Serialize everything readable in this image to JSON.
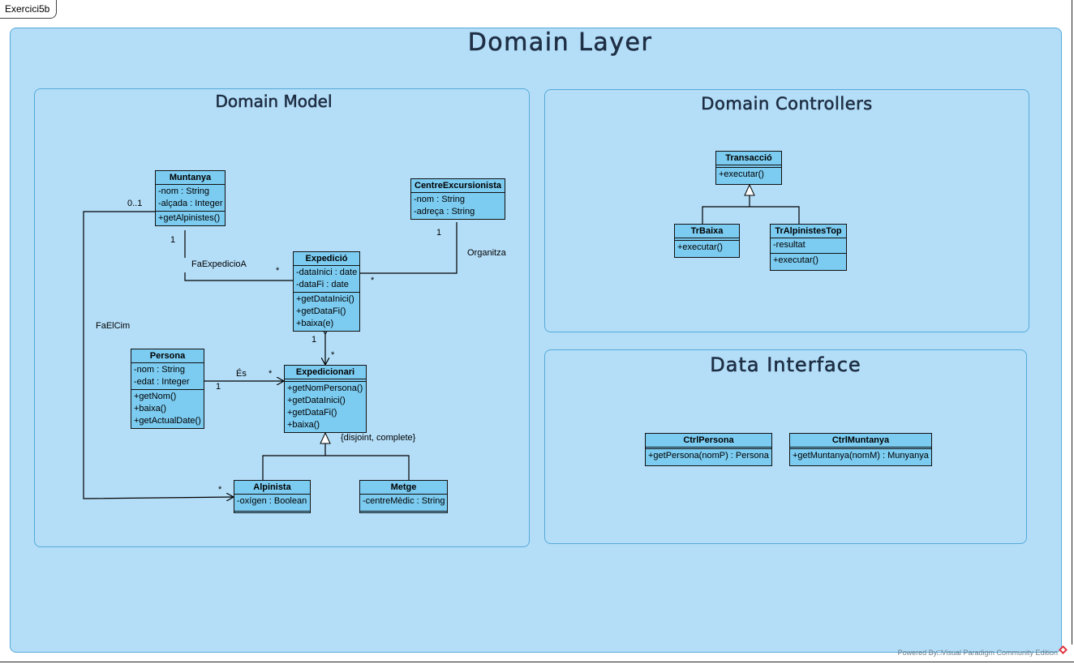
{
  "frame": {
    "tab_label": "Exercici5b"
  },
  "packages": {
    "domain_layer": {
      "title": "Domain Layer"
    },
    "domain_model": {
      "title": "Domain Model"
    },
    "domain_controllers": {
      "title": "Domain Controllers"
    },
    "data_interface": {
      "title": "Data Interface"
    }
  },
  "classes": {
    "muntanya": {
      "name": "Muntanya",
      "attributes": [
        "-nom : String",
        "-alçada : Integer"
      ],
      "operations": [
        "+getAlpinistes()"
      ]
    },
    "centre": {
      "name": "CentreExcursionista",
      "attributes": [
        "-nom : String",
        "-adreça : String"
      ]
    },
    "expedicio": {
      "name": "Expedició",
      "attributes": [
        "-dataInici : date",
        "-dataFi : date"
      ],
      "operations": [
        "+getDataInici()",
        "+getDataFi()",
        "+baixa(e)"
      ]
    },
    "persona": {
      "name": "Persona",
      "attributes": [
        "-nom : String",
        "-edat : Integer"
      ],
      "operations": [
        "+getNom()",
        "+baixa()",
        "+getActualDate()"
      ]
    },
    "expedicionari": {
      "name": "Expedicionari",
      "operations": [
        "+getNomPersona()",
        "+getDataInici()",
        "+getDataFi()",
        "+baixa()"
      ]
    },
    "alpinista": {
      "name": "Alpinista",
      "attributes": [
        "-oxígen : Boolean"
      ]
    },
    "metge": {
      "name": "Metge",
      "attributes": [
        "-centreMèdic : String"
      ]
    },
    "transaccio": {
      "name": "Transacció",
      "operations": [
        "+executar()"
      ]
    },
    "trbaixa": {
      "name": "TrBaixa",
      "operations": [
        "+executar()"
      ]
    },
    "tralpinistes": {
      "name": "TrAlpinistesTop",
      "attributes": [
        "-resultat"
      ],
      "operations": [
        "+executar()"
      ]
    },
    "ctrlpersona": {
      "name": "CtrlPersona",
      "operations": [
        "+getPersona(nomP) : Persona"
      ]
    },
    "ctrlmuntanya": {
      "name": "CtrlMuntanya",
      "operations": [
        "+getMuntanya(nomM) : Munyanya"
      ]
    }
  },
  "associations": {
    "fa_expedicio": {
      "name": "FaExpedicioA",
      "mult_muntanya": "1",
      "mult_expedicio": "*"
    },
    "organitza": {
      "name": "Organitza",
      "mult_centre": "1",
      "mult_expedicio": "*"
    },
    "fa_el_cim": {
      "name": "FaElCim",
      "mult_muntanya": "0..1",
      "mult_alpinista": "*"
    },
    "es": {
      "name": "És",
      "mult_persona": "1",
      "mult_expedicionari": "*"
    },
    "expedicio_expedicionari": {
      "mult_expedicio": "1",
      "mult_expedicionari": "*"
    },
    "generalization_constraint": "{disjoint, complete}"
  },
  "footer": {
    "watermark": "Powered By□Visual Paradigm Community Edition"
  },
  "colors": {
    "package_fill": "#b4def8",
    "package_border": "#55a9d9",
    "class_fill": "#7ccbf0",
    "logo": "#e0323c"
  }
}
